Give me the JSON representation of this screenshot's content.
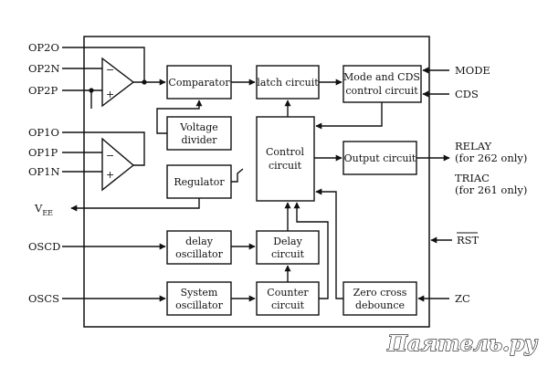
{
  "pins_left": {
    "op2o": "OP2O",
    "op2n": "OP2N",
    "op2p": "OP2P",
    "op1o": "OP1O",
    "op1p": "OP1P",
    "op1n": "OP1N",
    "vee_main": "V",
    "vee_sub": "EE",
    "oscd": "OSCD",
    "oscs": "OSCS"
  },
  "pins_right": {
    "mode": "MODE",
    "cds": "CDS",
    "relay": "RELAY",
    "relay_note": "(for 262 only)",
    "triac": "TRIAC",
    "triac_note": "(for 261 only)",
    "rst": "RST",
    "zc": "ZC"
  },
  "blocks": {
    "comparator": "Comparator",
    "latch": "latch circuit",
    "mode_cds_1": "Mode and CDS",
    "mode_cds_2": "control circuit",
    "voltage_divider_1": "Voltage",
    "voltage_divider_2": "divider",
    "control_1": "Control",
    "control_2": "circuit",
    "output": "Output circuit",
    "regulator": "Regulator",
    "delay_osc_1": "delay",
    "delay_osc_2": "oscillator",
    "delay_circuit_1": "Delay",
    "delay_circuit_2": "circuit",
    "system_osc_1": "System",
    "system_osc_2": "oscillator",
    "counter_1": "Counter",
    "counter_2": "circuit",
    "zero_cross_1": "Zero cross",
    "zero_cross_2": "debounce"
  },
  "opamp_signs": {
    "minus": "−",
    "plus": "+"
  },
  "watermark": "Паятель.ру"
}
